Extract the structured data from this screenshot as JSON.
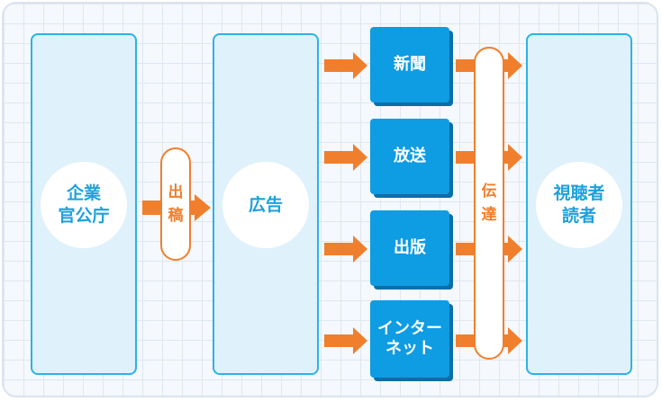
{
  "nodes": {
    "companies": {
      "line1": "企業",
      "line2": "官公庁"
    },
    "submission": {
      "char1": "出",
      "char2": "稿"
    },
    "advertising": {
      "label": "広告"
    },
    "media": [
      {
        "line1": "新聞",
        "line2": ""
      },
      {
        "line1": "放送",
        "line2": ""
      },
      {
        "line1": "出版",
        "line2": ""
      },
      {
        "line1": "インター",
        "line2": "ネット"
      }
    ],
    "transmission": {
      "char1": "伝",
      "char2": "達"
    },
    "audience": {
      "line1": "視聴者",
      "line2": "読者"
    }
  },
  "colors": {
    "column_border": "#2db2e8",
    "column_fill": "#dff1fb",
    "media_fill": "#0e9ce3",
    "arrow": "#f07f2d",
    "circle_text": "#1ea1dc"
  }
}
